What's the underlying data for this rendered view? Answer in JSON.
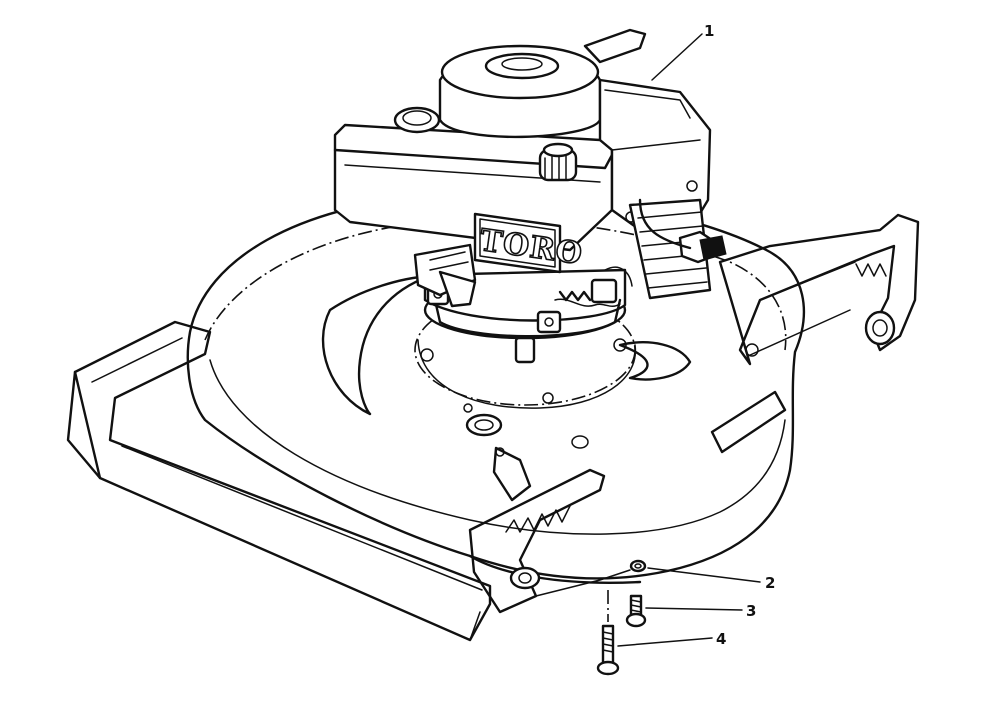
{
  "diagram": {
    "logo": "TORO",
    "callouts": [
      {
        "id": "1",
        "label": "1"
      },
      {
        "id": "2",
        "label": "2"
      },
      {
        "id": "3",
        "label": "3"
      },
      {
        "id": "4",
        "label": "4"
      }
    ]
  }
}
